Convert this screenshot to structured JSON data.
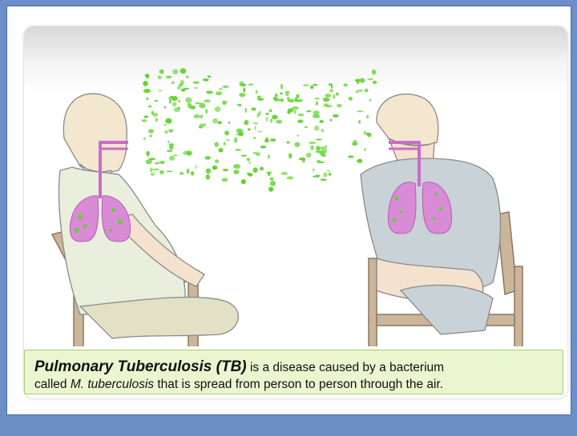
{
  "caption": {
    "term": "Pulmonary Tuberculosis (TB)",
    "text_1": " is a disease caused by a bacterium",
    "text_2": "called ",
    "organism": "M. tuberculosis",
    "text_3": " that is spread from person to person through the air."
  },
  "illustration": {
    "subject": "two-people-seated-tb-airborne-transmission",
    "colors": {
      "germ": "#5fd32f",
      "lung": "#d98bd6",
      "breath_path": "#c86ec7",
      "chair": "#c9b49a",
      "left_person_shirt": "#e8eddb",
      "right_person_shirt": "#c9d2d6"
    }
  }
}
